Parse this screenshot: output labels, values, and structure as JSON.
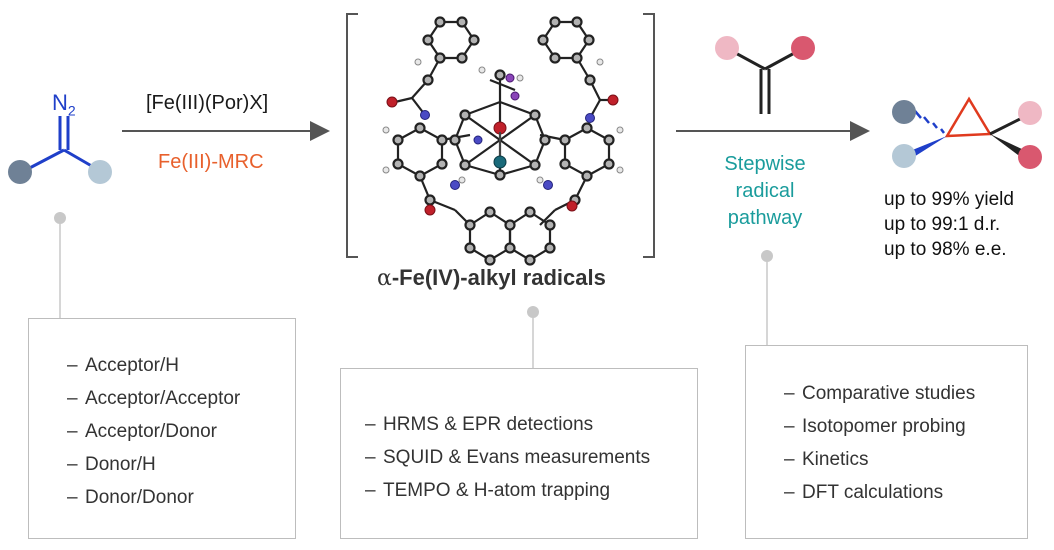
{
  "diazo": {
    "substituent_label": "N",
    "substituent_subscript": "2"
  },
  "catalyst": {
    "reagent": "[Fe(III)(Por)X]",
    "mode": "Fe(III)-MRC"
  },
  "intermediate": {
    "greek": "α",
    "name": "-Fe(IV)-alkyl radicals"
  },
  "pathway": {
    "lines": [
      "Stepwise",
      "radical",
      "pathway"
    ]
  },
  "results": [
    "up to 99% yield",
    "up to 99:1 d.r.",
    "up to 98% e.e."
  ],
  "boxes": {
    "substrates": [
      "Acceptor/H",
      "Acceptor/Acceptor",
      "Acceptor/Donor",
      "Donor/H",
      "Donor/Donor"
    ],
    "detection": [
      "HRMS & EPR detections",
      "SQUID & Evans measurements",
      "TEMPO & H-atom trapping"
    ],
    "mechanism": [
      "Comparative studies",
      "Isotopomer probing",
      "Kinetics",
      "DFT calculations"
    ]
  },
  "colors": {
    "blue": "#1f3fc9",
    "orange": "#e8602c",
    "teal": "#1a9c9c",
    "dot_dark": "#6f8196",
    "dot_light": "#b4c8d6",
    "dot_pink": "#efb8c4",
    "dot_red": "#d9586f",
    "gray_line": "#c8c8c8"
  }
}
